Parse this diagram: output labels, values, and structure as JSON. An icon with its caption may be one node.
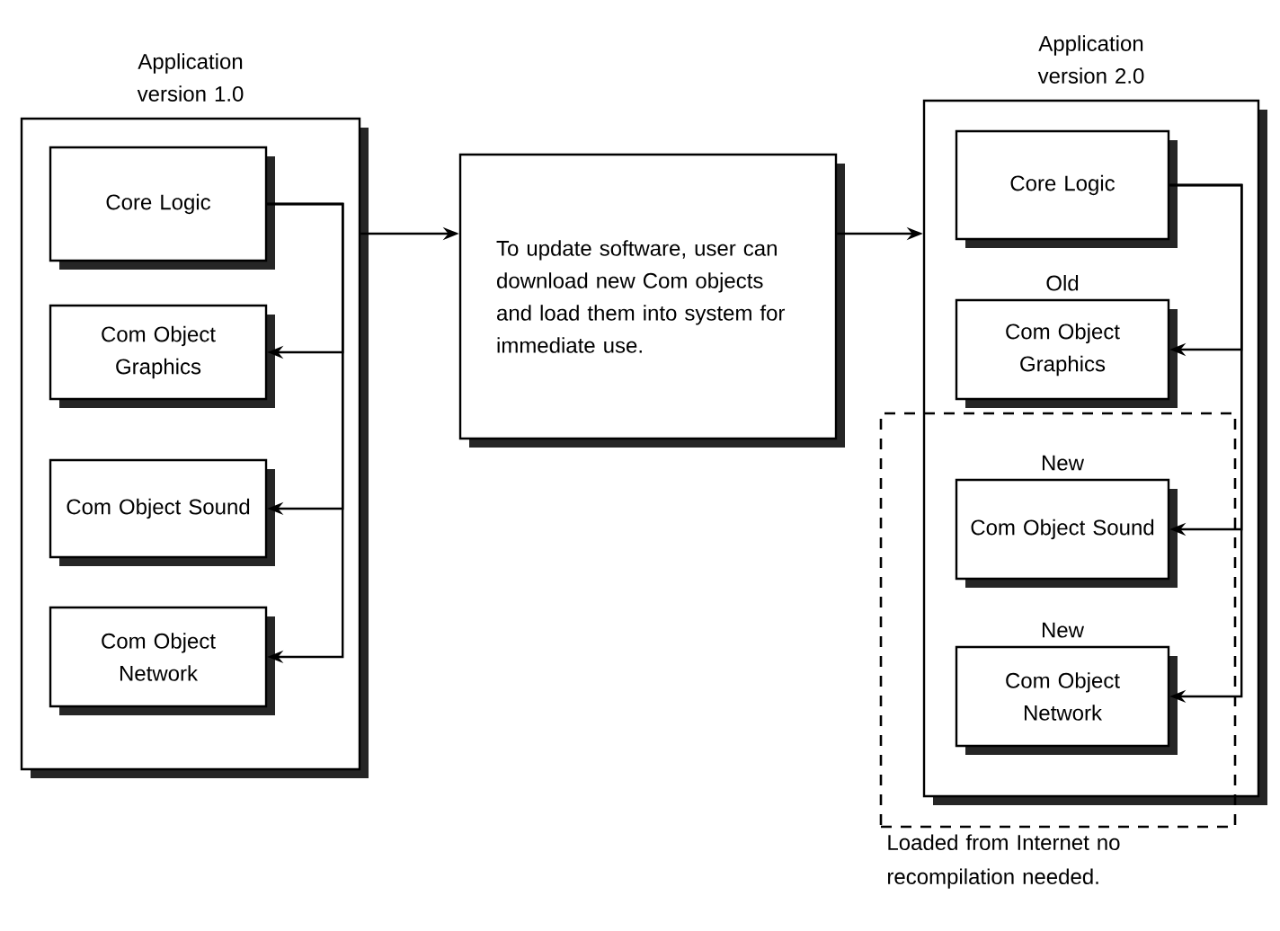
{
  "diagram": {
    "nodes": [
      {
        "text": [
          "Application version 1.0"
        ]
      },
      {
        "text": [
          "Core Logic"
        ],
        "in": 0
      },
      {
        "text": [
          "Com Object Graphics"
        ],
        "in": 0
      },
      {
        "text": [
          "Com Object Sound"
        ],
        "in": 0
      },
      {
        "text": [
          "Com Object Network"
        ],
        "in": 0
      },
      {
        "text": [
          "To update software, user can download new Com objects and load them into system for immediate use."
        ]
      },
      {
        "text": [
          "Application version 2.0"
        ]
      },
      {
        "text": [
          "Core Logic"
        ],
        "in": 6
      },
      {
        "text": [
          "Com Object Graphics"
        ],
        "in": 6,
        "beside": [
          "Old"
        ]
      },
      {
        "text": [
          "Loaded from Internet no recompilation needed."
        ]
      },
      {
        "text": [
          "Com Object Sound"
        ],
        "in": 9,
        "beside": [
          "New"
        ]
      },
      {
        "text": [
          "Com Object Network"
        ],
        "in": 9,
        "beside": [
          "New"
        ]
      }
    ],
    "edges": [
      {
        "from": 1,
        "to": 2,
        "arrow": "to"
      },
      {
        "from": 1,
        "to": 3,
        "arrow": "to"
      },
      {
        "from": 1,
        "to": 4,
        "arrow": "to"
      },
      {
        "from": 0,
        "to": 5,
        "arrow": "to"
      },
      {
        "from": 5,
        "to": 6,
        "arrow": "to"
      },
      {
        "from": 7,
        "to": 8,
        "arrow": "to"
      },
      {
        "from": 7,
        "to": 10,
        "arrow": "to"
      },
      {
        "from": 7,
        "to": 11,
        "arrow": "to"
      }
    ]
  }
}
